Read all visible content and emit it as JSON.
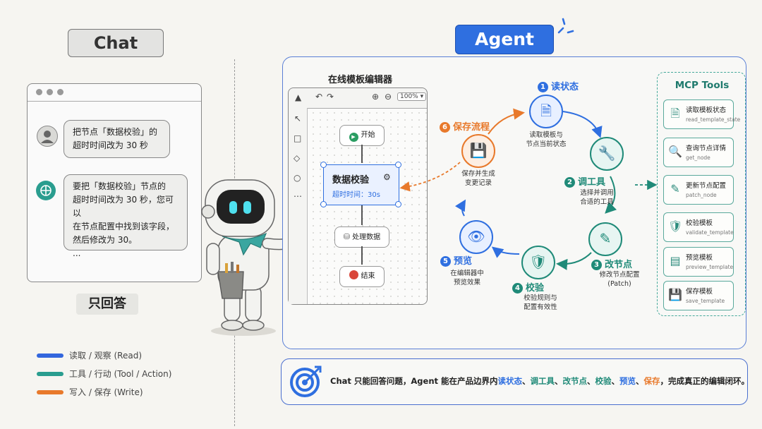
{
  "chat": {
    "label": "Chat",
    "user_message_line1": "把节点「数据校验」的",
    "user_message_line2": "超时时间改为 30 秒",
    "assistant_message_line1": "要把「数据校验」节点的",
    "assistant_message_line2": "超时时间改为 30 秒，您可以",
    "assistant_message_line3": "在节点配置中找到该字段，",
    "assistant_message_line4": "然后修改为 30。",
    "assistant_message_line5": "...",
    "answer_only_label": "只回答"
  },
  "legend": [
    {
      "text": "读取 / 观察 (Read)",
      "color": "#3366dd"
    },
    {
      "text": "工具 / 行动 (Tool / Action)",
      "color": "#2a9d8f"
    },
    {
      "text": "写入 / 保存 (Write)",
      "color": "#e8792b"
    }
  ],
  "agent": {
    "label": "Agent",
    "editor_title": "在线模板编辑器",
    "zoom": "100%",
    "nodes": {
      "start": "开始",
      "selected_title": "数据校验",
      "selected_subtitle": "超时时间：30s",
      "process": "处理数据",
      "end": "结束"
    },
    "steps": [
      {
        "num": "1",
        "title": "读状态",
        "desc1": "读取模板与",
        "desc2": "节点当前状态",
        "color": "#2f6fe0"
      },
      {
        "num": "2",
        "title": "调工具",
        "desc1": "选择并调用",
        "desc2": "合适的工具",
        "color": "#1f8a78"
      },
      {
        "num": "3",
        "title": "改节点",
        "desc1": "修改节点配置",
        "desc2": "(Patch)",
        "color": "#1f8a78"
      },
      {
        "num": "4",
        "title": "校验",
        "desc1": "校验规则与",
        "desc2": "配置有效性",
        "color": "#1f8a78"
      },
      {
        "num": "5",
        "title": "预览",
        "desc1": "在编辑器中",
        "desc2": "预览效果",
        "color": "#2f6fe0"
      },
      {
        "num": "6",
        "title": "保存流程",
        "desc1": "保存并生成",
        "desc2": "变更记录",
        "color": "#e8792b"
      }
    ]
  },
  "mcp": {
    "title": "MCP Tools",
    "tools": [
      {
        "name": "读取模板状态",
        "id": "read_template_state",
        "icon": "document-icon"
      },
      {
        "name": "查询节点详情",
        "id": "get_node",
        "icon": "search-icon"
      },
      {
        "name": "更新节点配置",
        "id": "patch_node",
        "icon": "edit-icon"
      },
      {
        "name": "校验模板",
        "id": "validate_template",
        "icon": "shield-check-icon"
      },
      {
        "name": "预览模板",
        "id": "preview_template",
        "icon": "preview-icon"
      },
      {
        "name": "保存模板",
        "id": "save_template",
        "icon": "save-icon"
      }
    ]
  },
  "summary": {
    "prefix": "Chat 只能回答问题，Agent 能在产品边界内",
    "read": "读状态",
    "sep1": "、",
    "tool": "调工具",
    "sep2": "、",
    "patch": "改节点",
    "sep3": "、",
    "validate": "校验",
    "sep4": "、",
    "preview": "预览",
    "sep5": "、",
    "save": "保存",
    "suffix": "，完成真正的编辑闭环。"
  }
}
